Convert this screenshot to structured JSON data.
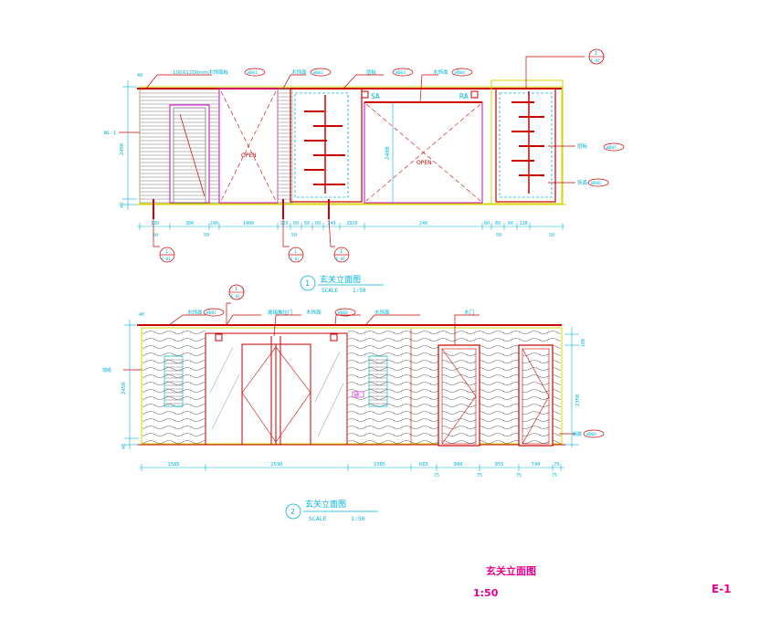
{
  "sheet": {
    "title": "玄关立面图",
    "scale": "1:50",
    "number": "E-1"
  },
  "elevation1": {
    "number": "1",
    "title": "玄关立面图",
    "scale_label": "SCALE",
    "scale_value": "1:50",
    "open_label": "OPEN",
    "door_open_label": "OPEN",
    "leaders": {
      "top_left": "100X1200mm木饰面板",
      "top_left_tag": "WD01",
      "top_mid": "木饰面",
      "top_mid_tag": "WD02",
      "top_shelf": "层板",
      "top_shelf_tag": "WD03",
      "top_right": "木饰面",
      "top_right_tag": "WD04",
      "right_a": "层板",
      "right_a_tag": "WD05",
      "right_b": "饰面",
      "right_b_tag": "WD06",
      "left": "WL-1"
    },
    "markers": {
      "top_right": "1",
      "top_right_sub": "E-01",
      "bottom_1": "1",
      "bottom_1_sub": "E-01",
      "bottom_2": "1",
      "bottom_2_sub": "E-01",
      "bottom_3": "1",
      "bottom_3_sub": "E-01"
    },
    "heights": {
      "overall": "2450",
      "top": "40",
      "bottom": "40",
      "door": "2400"
    },
    "section_marks": [
      "SA",
      "RA"
    ],
    "dims_top": [
      "130",
      "300",
      "240",
      "1400",
      "120",
      "60",
      "60",
      "60",
      "240",
      "2920",
      "240",
      "60",
      "60",
      "60",
      "120"
    ],
    "dims_bottom": [
      "50",
      "50",
      "50",
      "50",
      "50"
    ]
  },
  "elevation2": {
    "number": "2",
    "title": "玄关立面图",
    "scale_label": "SCALE",
    "scale_value": "1:50",
    "leaders": {
      "a": "木饰面",
      "a_tag": "WD07",
      "b": "玻璃推拉门",
      "c": "木饰面",
      "c_tag": "WD08",
      "d": "木饰面",
      "e": "木门",
      "left": "墙纸",
      "right": "踢脚",
      "right_tag": "WD09",
      "badge": "WP"
    },
    "markers": {
      "top": "1",
      "top_sub": "E-01"
    },
    "heights": {
      "overall": "2450",
      "top": "40",
      "bottom": "40",
      "right": "2350",
      "right_top": "100"
    },
    "dims": [
      "1585",
      "2590",
      "1585",
      "665",
      "900",
      "955",
      "740",
      "75"
    ],
    "dims_small": [
      "75",
      "75",
      "75",
      "75"
    ]
  }
}
